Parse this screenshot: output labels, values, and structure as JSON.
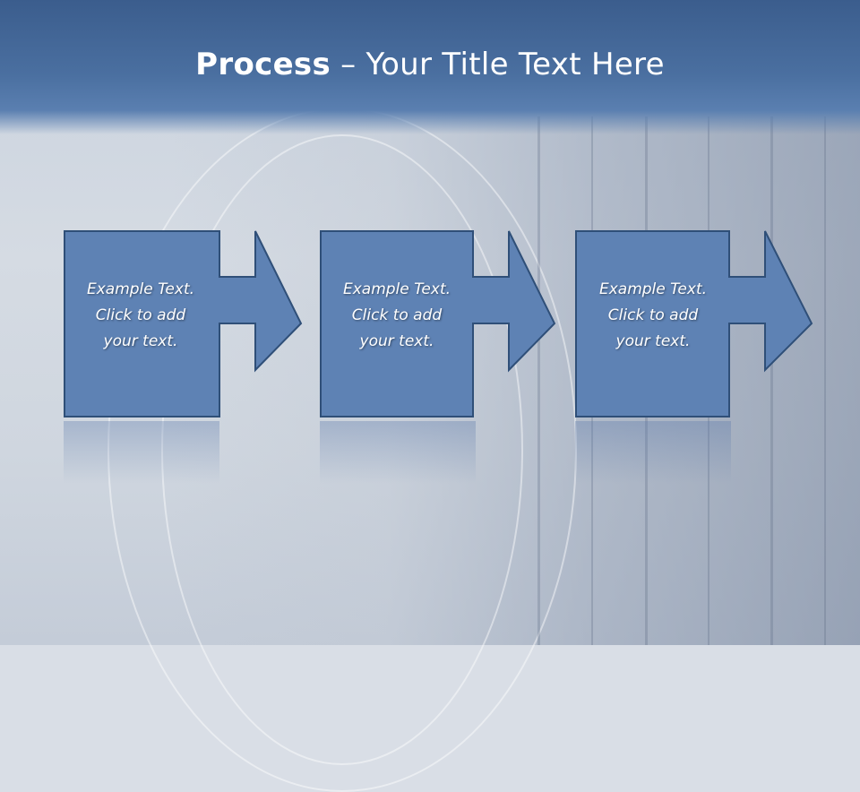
{
  "slide": {
    "title_bold": "Process",
    "title_rest": " – Your Title Text Here"
  },
  "steps": [
    {
      "line1": "Example Text.",
      "line2": "Click  to add",
      "line3": "your text."
    },
    {
      "line1": "Example Text.",
      "line2": "Click  to add",
      "line3": "your text."
    },
    {
      "line1": "Example Text.",
      "line2": "Click  to add",
      "line3": "your text."
    }
  ],
  "colors": {
    "shape_fill": "#5e82b4",
    "shape_stroke": "#2f4f78",
    "title_band": "#4a6fa0"
  }
}
